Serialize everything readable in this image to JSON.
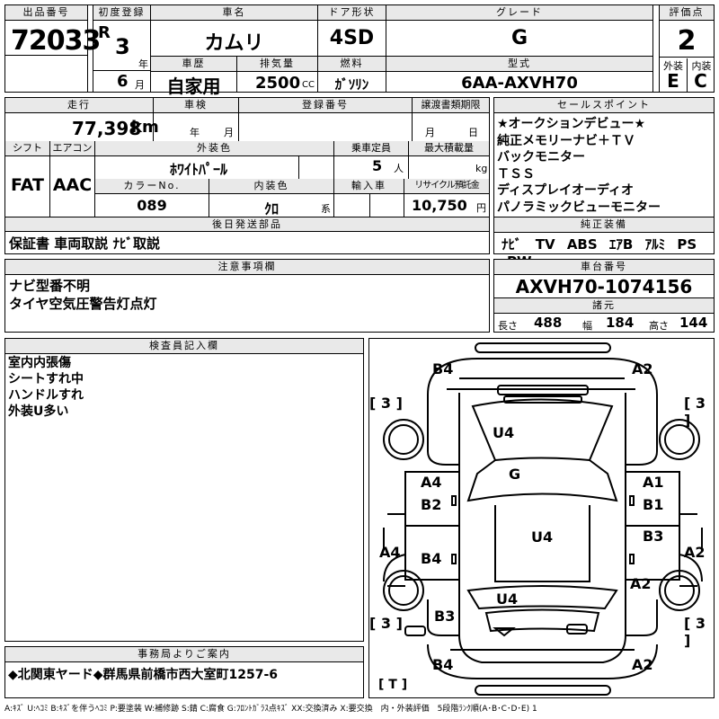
{
  "header": {
    "lot_label": "出品番号",
    "lot_no": "72033",
    "first_reg_label": "初度登録",
    "era": "R",
    "year": "3",
    "year_unit": "年",
    "month": "6",
    "month_unit": "月",
    "car_name_label": "車名",
    "car_name": "カムリ",
    "door_label": "ドア形状",
    "door": "4SD",
    "grade_label": "グレード",
    "grade": "G",
    "score_label": "評価点",
    "score": "2",
    "history_label": "車歴",
    "history": "自家用",
    "displacement_label": "排気量",
    "displacement": "2500",
    "displacement_unit": "CC",
    "fuel_label": "燃料",
    "fuel": "ｶﾞｿﾘﾝ",
    "model_label": "型式",
    "model": "6AA-AXVH70",
    "ext_label": "外装",
    "ext": "E",
    "int_label": "内装",
    "int": "C"
  },
  "row2": {
    "mileage_label": "走行",
    "mileage": "77,398",
    "mileage_unit": "km",
    "inspection_label": "車検",
    "insp_year_unit": "年",
    "insp_month_unit": "月",
    "reg_no_label": "登録番号",
    "transfer_label": "譲渡書類期限",
    "transfer_month_unit": "月",
    "transfer_day_unit": "日",
    "shift_label": "シフト",
    "shift": "FAT",
    "ac_label": "エアコン",
    "ac": "AAC",
    "color_label": "外装色",
    "color": "ﾎﾜｲﾄﾊﾟｰﾙ",
    "capacity_label": "乗車定員",
    "capacity": "5",
    "capacity_unit": "人",
    "load_label": "最大積載量",
    "load_unit": "kg",
    "color_no_label": "カラーNo.",
    "color_no": "089",
    "int_color_label": "内装色",
    "int_color": "ｸﾛ",
    "int_color_unit": "系",
    "import_label": "輸入車",
    "recycle_label": "リサイクル預託金",
    "recycle": "10,750",
    "recycle_unit": "円"
  },
  "later_parts": {
    "label": "後日発送部品",
    "value": "保証書 車両取説 ﾅﾋﾞ取説"
  },
  "notes": {
    "label": "注意事項欄",
    "lines": [
      "ナビ型番不明",
      "タイヤ空気圧警告灯点灯"
    ]
  },
  "sales_points": {
    "label": "セールスポイント",
    "lines": [
      "★オークションデビュー★",
      "純正メモリーナビ＋ＴＶ",
      "バックモニター",
      "ＴＳＳ",
      "ディスプレイオーディオ",
      "パノラミックビューモニター"
    ]
  },
  "equipment": {
    "label": "純正装備",
    "items": [
      "ﾅﾋﾞ",
      "TV",
      "ABS",
      "ｴｱB",
      "ｱﾙﾐ",
      "PS",
      "PW"
    ]
  },
  "chassis": {
    "label": "車台番号",
    "value": "AXVH70-1074156",
    "spec_label": "諸元",
    "length_label": "長さ",
    "length": "488",
    "width_label": "幅",
    "width": "184",
    "height_label": "高さ",
    "height": "144"
  },
  "inspector": {
    "label": "検査員記入欄",
    "lines": [
      "室内内張傷",
      "シートすれ中",
      "ハンドルすれ",
      "外装U多い"
    ]
  },
  "damage_marks": {
    "b4_top": "B4",
    "a2_top": "A2",
    "u4_hood": "U4",
    "g_windshield": "G",
    "a4_left_door": "A4",
    "b2_left_door": "B2",
    "a1_right_door": "A1",
    "b1_right_door": "B1",
    "u4_roof": "U4",
    "b3_right_rear_door": "B3",
    "b4_left_rear_door": "B4",
    "a4_left_side": "A4",
    "a2_right_side": "A2",
    "a2_right_quarter": "A2",
    "u4_trunk": "U4",
    "b3_rear": "B3",
    "b4_bottom": "B4",
    "a2_bottom": "A2",
    "tire_fl": "[ 3 ]",
    "tire_fr": "[ 3 ]",
    "tire_rl": "[ 3 ]",
    "tire_rr": "[ 3 ]",
    "spare": "[ T ]"
  },
  "office": {
    "label": "事務局よりご案内",
    "value": "◆北関東ヤード◆群馬県前橋市西大室町1257-6"
  },
  "legend": "A:ｷｽﾞ U:ﾍｺﾐ B:ｷｽﾞを伴うﾍｺﾐ P:要塗装 W:補修跡 S:錆 C:腐食 G:ﾌﾛﾝﾄｶﾞﾗｽ点ｷｽﾞ XX:交換済み X:要交換　内・外装評価　5段階ﾗﾝｸ順(A･B･C･D･E) 1"
}
